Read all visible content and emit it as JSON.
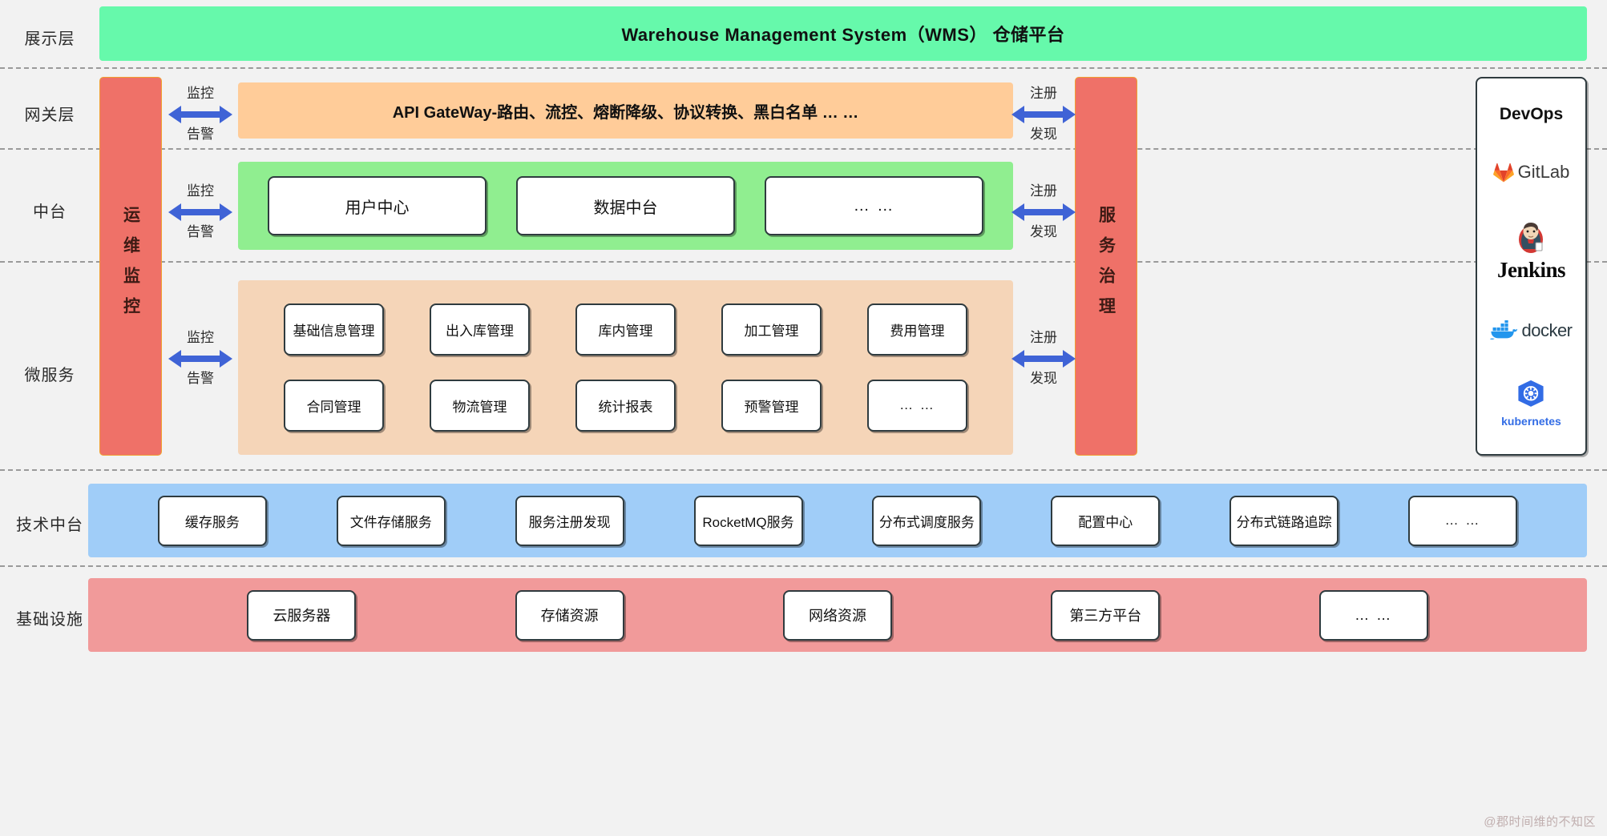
{
  "layers": [
    {
      "label": "展示层"
    },
    {
      "label": "网关层"
    },
    {
      "label": "中台"
    },
    {
      "label": "微服务"
    },
    {
      "label": "技术中台"
    },
    {
      "label": "基础设施"
    }
  ],
  "presentation": {
    "title": "Warehouse Management System（WMS） 仓储平台"
  },
  "gateway": {
    "title": "API GateWay-路由、流控、熔断降级、协议转换、黑白名单 … …"
  },
  "middle_platform": {
    "nodes": [
      "用户中心",
      "数据中台",
      "… …"
    ]
  },
  "microservices": {
    "row1": [
      "基础信息管理",
      "出入库管理",
      "库内管理",
      "加工管理",
      "费用管理"
    ],
    "row2": [
      "合同管理",
      "物流管理",
      "统计报表",
      "预警管理",
      "… …"
    ]
  },
  "tech_platform": {
    "nodes": [
      "缓存服务",
      "文件存储服务",
      "服务注册发现",
      "RocketMQ服务",
      "分布式调度服务",
      "配置中心",
      "分布式链路追踪",
      "… …"
    ]
  },
  "infrastructure": {
    "nodes": [
      "云服务器",
      "存储资源",
      "网络资源",
      "第三方平台",
      "… …"
    ]
  },
  "pillars": {
    "left": "运维监控",
    "right": "服务治理"
  },
  "arrows": {
    "monitor_top": "监控",
    "monitor_bottom": "告警",
    "register_top": "注册",
    "register_bottom": "发现"
  },
  "devops": {
    "title": "DevOps",
    "tools": [
      {
        "name": "GitLab",
        "label": "GitLab"
      },
      {
        "name": "Jenkins",
        "label": "Jenkins"
      },
      {
        "name": "docker",
        "label": "docker"
      },
      {
        "name": "kubernetes",
        "label": "kubernetes"
      }
    ]
  },
  "watermark": "@郡时间维的不知区",
  "colors": {
    "presentation": "#66f9ab",
    "gateway": "#ffcc99",
    "middle_platform": "#90ee90",
    "microservices": "#f5d5b8",
    "tech_platform": "#a0cdf8",
    "infrastructure": "#f19a9a",
    "pillar": "#ef7168",
    "arrow": "#3f63d6"
  }
}
